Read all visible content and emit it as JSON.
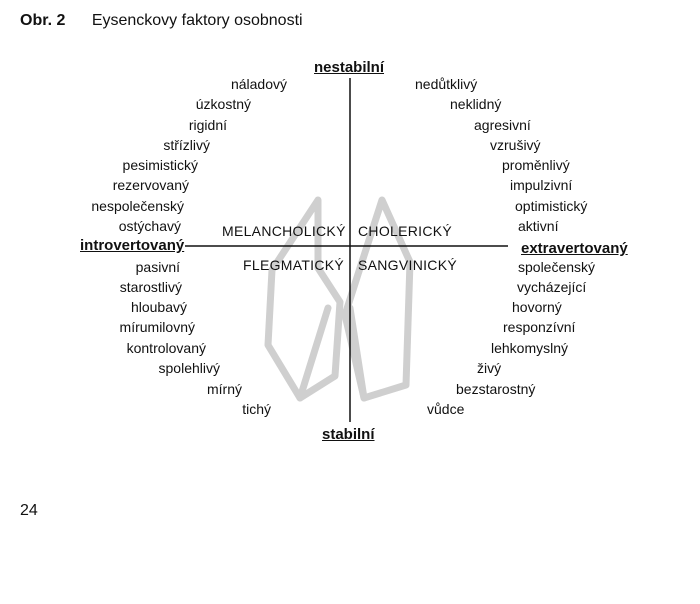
{
  "caption": {
    "figure_number": "Obr. 2",
    "title": "Eysenckovy faktory osobnosti"
  },
  "poles": {
    "top": "nestabilní",
    "bottom": "stabilní",
    "left": "introvertovaný",
    "right": "extravertovaný"
  },
  "temperaments": {
    "top_left": "MELANCHOLICKÝ",
    "top_right": "CHOLERICKÝ",
    "bottom_left": "FLEGMATICKÝ",
    "bottom_right": "SANGVINICKÝ"
  },
  "traits": {
    "upper_left": [
      "náladový",
      "úzkostný",
      "rigidní",
      "střízlivý",
      "pesimistický",
      "rezervovaný",
      "nespolečenský",
      "ostýchavý"
    ],
    "lower_left": [
      "pasivní",
      "starostlivý",
      "hloubavý",
      "mírumilovný",
      "kontrolovaný",
      "spolehlivý",
      "mírný",
      "tichý"
    ],
    "upper_right": [
      "nedůtklivý",
      "neklidný",
      "agresivní",
      "vzrušivý",
      "proměnlivý",
      "impulzivní",
      "optimistický",
      "aktivní"
    ],
    "lower_right": [
      "společenský",
      "vycházející",
      "hovorný",
      "responzívní",
      "lehkomyslný",
      "živý",
      "bezstarostný",
      "vůdce"
    ]
  },
  "page_number": "24",
  "colors": {
    "ink": "#111111",
    "watermark": "#c8c8c8"
  }
}
